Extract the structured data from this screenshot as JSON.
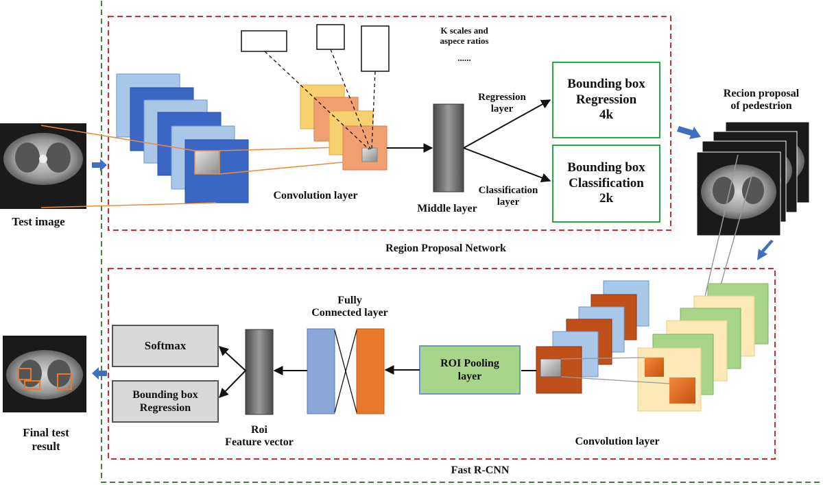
{
  "labels": {
    "test_image": "Test image",
    "final_result": "Final test\nresult",
    "k_scales": "K scales and\naspece ratios",
    "dots": "......",
    "rpn_conv": "Convolution layer",
    "middle_layer": "Middle layer",
    "regression_layer": "Regression\nlayer",
    "classification_layer": "Classification\nlayer",
    "recion_proposal": "Recion proposal\nof pedestrion",
    "rpn_title": "Region Proposal Network",
    "fast_conv": "Convolution layer",
    "fully_connected": "Fully\nConnected layer",
    "roi_feature": "Roi\nFeature vector",
    "fast_rcnn_title": "Fast R-CNN"
  },
  "boxes": {
    "bbox_regression": "Bounding box\nRegression\n4k",
    "bbox_classification": "Bounding box\nClassification\n2k",
    "roi_pooling": "ROI Pooling\nlayer",
    "softmax": "Softmax",
    "bbox_regression_out": "Bounding  box\nRegression"
  },
  "colors": {
    "outer_border": "#4a7a3a",
    "module_border": "#d62a2a",
    "output_box_border": "#22aa44",
    "conv_blue_dark": "#3a66c4",
    "conv_blue_light": "#a9c7e8",
    "anchor_orange": "#f0a070",
    "anchor_yellow": "#f7d070",
    "roi_green": "#a8d58a",
    "fc_blue": "#8aa7d8",
    "fc_orange": "#e8792a",
    "feature_map_brown": "#c0501a",
    "feature_map_green": "#a8d58a",
    "feature_map_cream": "#fbe9b8",
    "small_arrow_blue": "#3f6fc4"
  }
}
